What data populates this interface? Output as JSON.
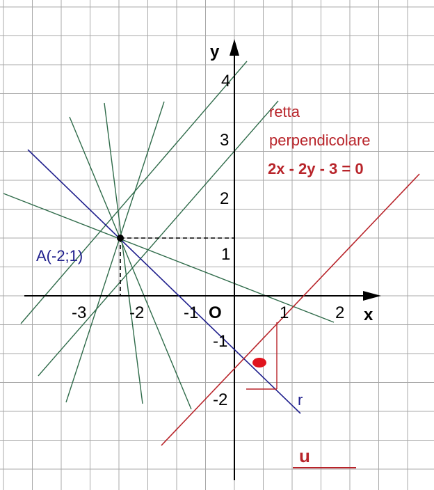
{
  "axes": {
    "x_label": "x",
    "y_label": "y",
    "origin_label": "O",
    "x_ticks": [
      "-3",
      "-2",
      "-1",
      "1",
      "2"
    ],
    "y_ticks": [
      "4",
      "3",
      "2",
      "1",
      "-1",
      "-2"
    ]
  },
  "point_A": {
    "label": "A(-2;1)",
    "x": -2,
    "y": 1
  },
  "line_r": {
    "label": "r",
    "color": "#1e1e8c"
  },
  "perpendicular": {
    "line1": "retta",
    "line2": "perpendicolare",
    "equation": "2x - 2y - 3 = 0",
    "color": "#b8242a"
  },
  "vector_u": {
    "label": "u",
    "color": "#b8242a"
  },
  "colors": {
    "grid": "#a8a8a8",
    "axis": "#000000",
    "pencil": "#2f6b4a",
    "point": "#000000",
    "right_angle_marker": "#e0141e"
  }
}
